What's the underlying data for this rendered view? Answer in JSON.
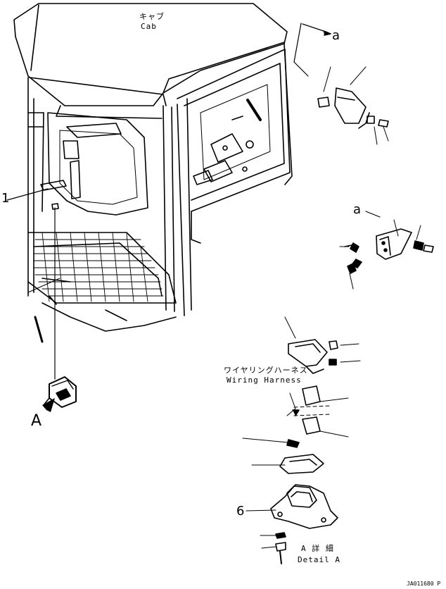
{
  "labels": {
    "cab_jp": "キャブ",
    "cab_en": "Cab",
    "ref_a_top": "a",
    "ref_a_mid": "a",
    "item_1": "1",
    "item_6": "6",
    "view_a": "A",
    "harness_jp": "ワイヤリングハーネス",
    "harness_en": "Wiring Harness",
    "detail_jp": "A 詳 細",
    "detail_en": "Detail A",
    "drawing_code": "JA011680 P"
  },
  "colors": {
    "ink": "#000000",
    "paper": "#ffffff"
  }
}
